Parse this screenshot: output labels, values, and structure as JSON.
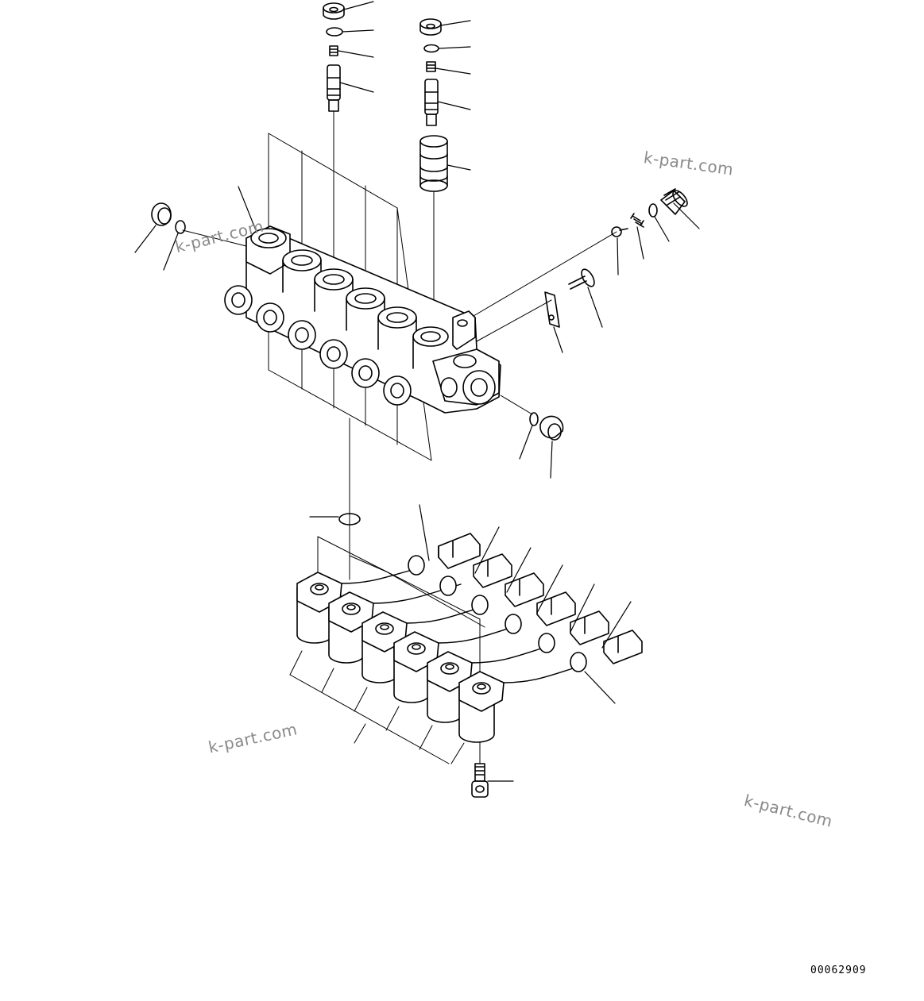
{
  "watermarks": [
    "k-part.com",
    "k-part.com",
    "k-part.com",
    "k-part.com"
  ],
  "figure_number": "00062909"
}
